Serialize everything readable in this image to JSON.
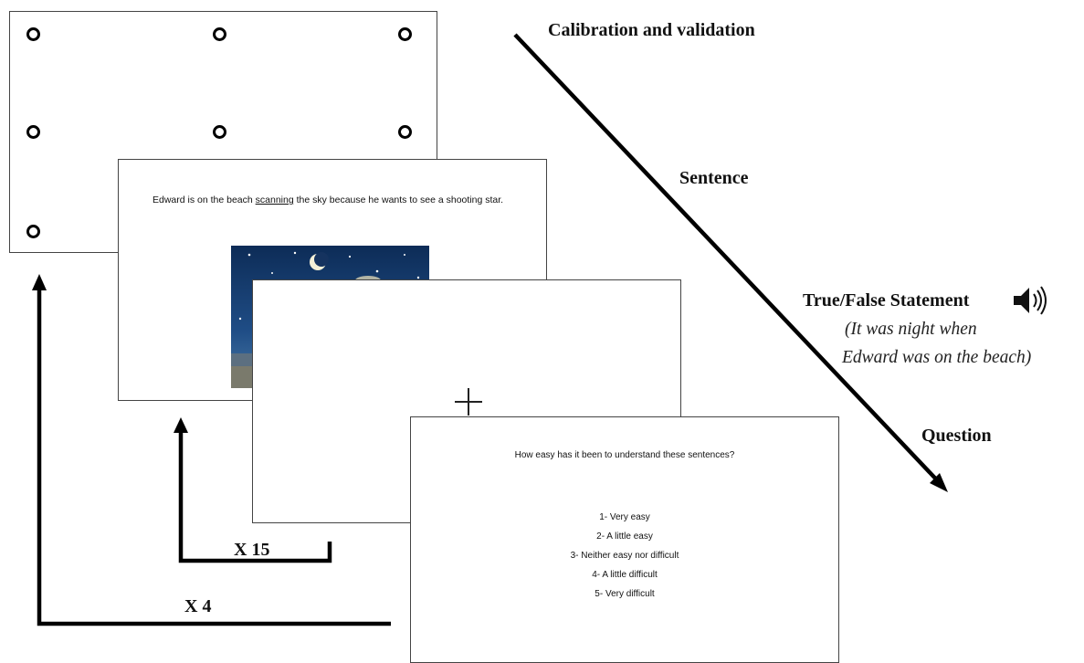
{
  "labels": {
    "calibration": "Calibration and validation",
    "sentence": "Sentence",
    "true_false": "True/False Statement",
    "statement_line1": "(It was night when",
    "statement_line2": "Edward was on the beach)",
    "question": "Question",
    "repeat_inner": "X 15",
    "repeat_outer": "X 4"
  },
  "sentence_screen": {
    "before": "Edward is on the beach ",
    "underlined": "scanning",
    "after": " the sky because he wants to see a shooting star."
  },
  "question_screen": {
    "question": "How easy has it been to understand these sentences?",
    "options": [
      "1- Very easy",
      "2- A little easy",
      "3- Neither easy nor difficult",
      "4- A little difficult",
      "5- Very difficult"
    ]
  },
  "icons": {
    "speaker": "speaker-sound-icon",
    "fixation": "fixation-cross-icon",
    "calibration_points": "calibration-dot-icon"
  }
}
